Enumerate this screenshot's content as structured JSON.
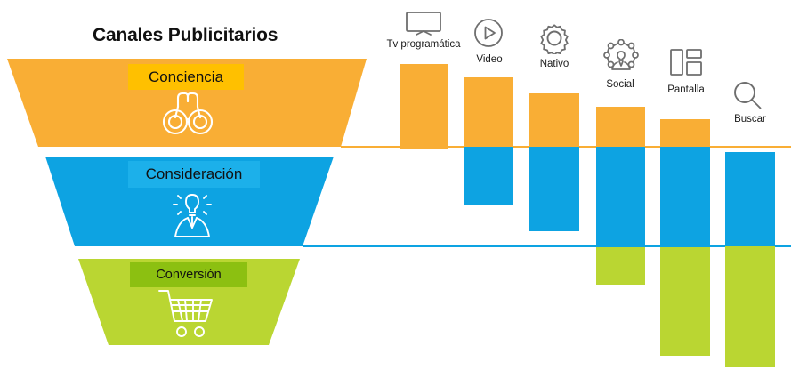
{
  "title": "Canales Publicitarios",
  "colors": {
    "awareness": "#F9AE35",
    "awareness_label_bg": "#FFC000",
    "consideration": "#0DA3E2",
    "consideration_label_bg": "#1CB0EA",
    "conversion": "#BAD632",
    "conversion_label_bg": "#8CC011",
    "icon_stroke": "#6E6E6E",
    "text": "#111111"
  },
  "funnel": {
    "stages": [
      {
        "label": "Conciencia",
        "icon": "binoculars-icon",
        "color": "#F9AE35",
        "label_bg": "#FFC000"
      },
      {
        "label": "Consideración",
        "icon": "idea-person-icon",
        "color": "#0DA3E2",
        "label_bg": "#1CB0EA"
      },
      {
        "label": "Conversión",
        "icon": "shopping-cart-icon",
        "color": "#BAD632",
        "label_bg": "#8CC011"
      }
    ]
  },
  "chart_data": {
    "type": "bar",
    "subtype": "stacked-waterfall",
    "title": "Canales Publicitarios",
    "xlabel": "",
    "ylabel": "",
    "grid": false,
    "legend": "none",
    "series_names": [
      "Conciencia",
      "Consideración",
      "Conversión"
    ],
    "series_colors": [
      "#F9AE35",
      "#0DA3E2",
      "#BAD632"
    ],
    "categories": [
      "Tv programática",
      "Video",
      "Nativo",
      "Social",
      "Pantalla",
      "Buscar"
    ],
    "category_icons": [
      "tv-icon",
      "video-play-icon",
      "gear-icon",
      "social-network-icon",
      "display-layout-icon",
      "search-icon"
    ],
    "series": [
      {
        "name": "Conciencia",
        "values": [
          96,
          78,
          60,
          45,
          31,
          0
        ]
      },
      {
        "name": "Consideración",
        "values": [
          0,
          63,
          92,
          112,
          112,
          106
        ]
      },
      {
        "name": "Conversión",
        "values": [
          0,
          0,
          0,
          43,
          123,
          136
        ]
      }
    ],
    "reference_lines": [
      {
        "name": "awareness-baseline",
        "color": "#F9AE35"
      },
      {
        "name": "consideration-baseline",
        "color": "#0DA3E2"
      }
    ]
  }
}
